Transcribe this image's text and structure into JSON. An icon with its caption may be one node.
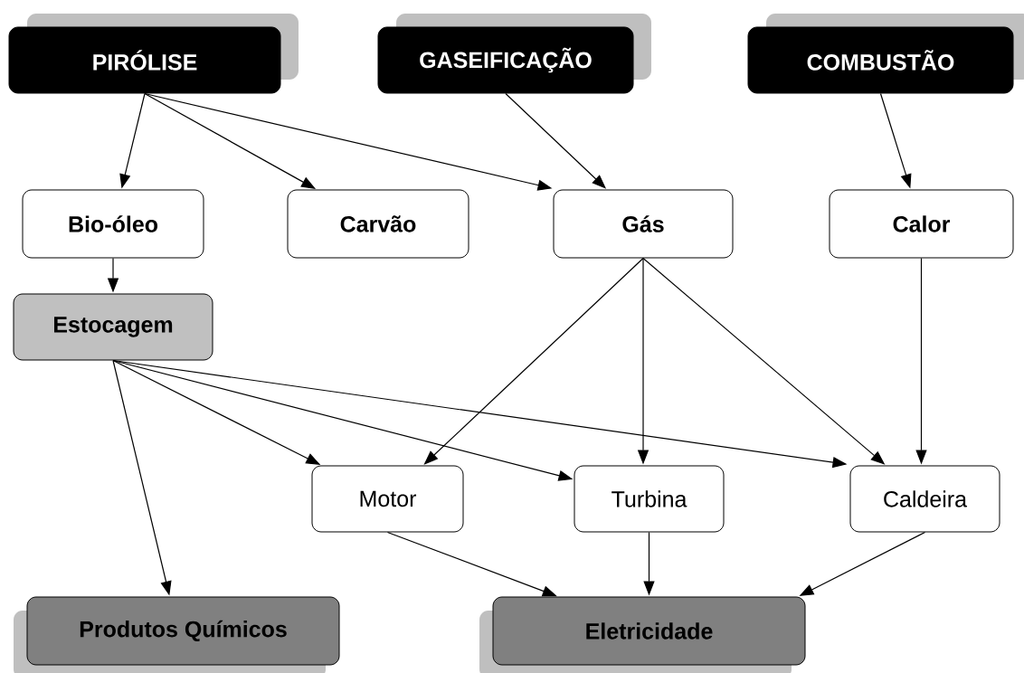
{
  "diagram": {
    "nodes": [
      {
        "text": [
          "PIRÓLISE"
        ]
      },
      {
        "text": [
          "GASEIFICAÇÃO"
        ]
      },
      {
        "text": [
          "COMBUSTÃO"
        ]
      },
      {
        "text": [
          "Bio-óleo"
        ]
      },
      {
        "text": [
          "Carvão"
        ]
      },
      {
        "text": [
          "Gás"
        ]
      },
      {
        "text": [
          "Calor"
        ]
      },
      {
        "text": [
          "Estocagem"
        ]
      },
      {
        "text": [
          "Motor"
        ]
      },
      {
        "text": [
          "Turbina"
        ]
      },
      {
        "text": [
          "Caldeira"
        ]
      },
      {
        "text": [
          "Produtos Químicos"
        ]
      },
      {
        "text": [
          "Eletricidade"
        ]
      }
    ],
    "edges": [
      {
        "from": 0,
        "to": 3,
        "arrow": "to"
      },
      {
        "from": 0,
        "to": 4,
        "arrow": "to"
      },
      {
        "from": 0,
        "to": 5,
        "arrow": "to"
      },
      {
        "from": 1,
        "to": 5,
        "arrow": "to"
      },
      {
        "from": 2,
        "to": 6,
        "arrow": "to"
      },
      {
        "from": 3,
        "to": 7,
        "arrow": "to"
      },
      {
        "from": 5,
        "to": 8,
        "arrow": "to"
      },
      {
        "from": 5,
        "to": 9,
        "arrow": "to"
      },
      {
        "from": 5,
        "to": 10,
        "arrow": "to"
      },
      {
        "from": 6,
        "to": 10,
        "arrow": "to"
      },
      {
        "from": 7,
        "to": 11,
        "arrow": "to"
      },
      {
        "from": 7,
        "to": 8,
        "arrow": "to"
      },
      {
        "from": 7,
        "to": 9,
        "arrow": "to"
      },
      {
        "from": 7,
        "to": 10,
        "arrow": "to"
      },
      {
        "from": 8,
        "to": 12,
        "arrow": "to"
      },
      {
        "from": 9,
        "to": 12,
        "arrow": "to"
      },
      {
        "from": 10,
        "to": 12,
        "arrow": "to"
      }
    ]
  }
}
